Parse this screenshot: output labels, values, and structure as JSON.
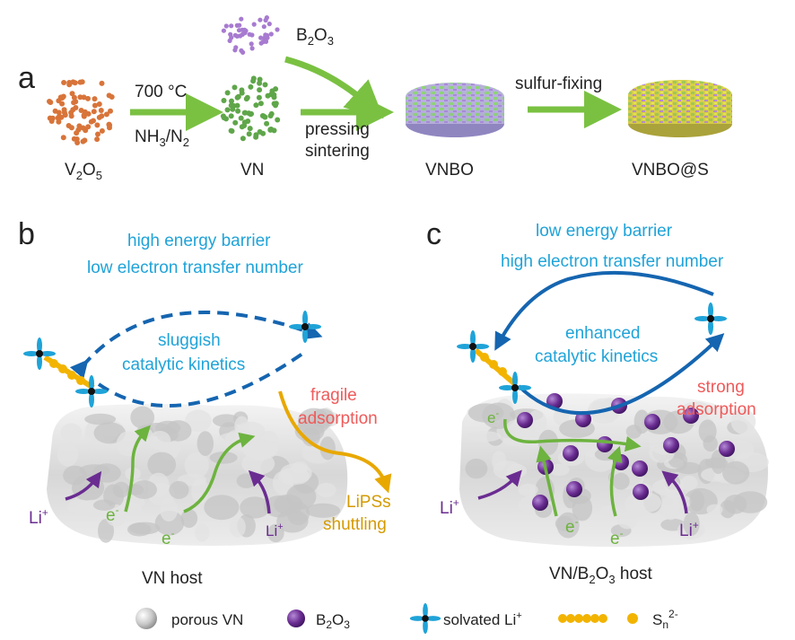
{
  "panel_a": {
    "letter": "a",
    "v2o5": {
      "main": "V",
      "sub1": "2",
      "mid": "O",
      "sub2": "5"
    },
    "vn": "VN",
    "b2o3": {
      "main": "B",
      "sub1": "2",
      "mid": "O",
      "sub2": "3"
    },
    "temp": "700 °C",
    "gas": {
      "a": "NH",
      "s1": "3",
      "b": "/N",
      "s2": "2"
    },
    "pressing": "pressing",
    "sintering": "sintering",
    "vnbo": "VNBO",
    "sulfur_fixing": "sulfur-fixing",
    "vnbo_s": "VNBO@S"
  },
  "panel_b": {
    "letter": "b",
    "line1": "high energy barrier",
    "line2": "low electron transfer number",
    "kin1": "sluggish",
    "kin2": "catalytic kinetics",
    "ads1": "fragile",
    "ads2": "adsorption",
    "shut1": "LiPSs",
    "shut2": "shuttling",
    "li": "Li",
    "e": "e",
    "host": "VN host"
  },
  "panel_c": {
    "letter": "c",
    "line1": "low energy barrier",
    "line2": "high electron transfer number",
    "kin1": "enhanced",
    "kin2": "catalytic kinetics",
    "ads1": "strong",
    "ads2": "adsorption",
    "li": "Li",
    "e": "e",
    "host_a": "VN/B",
    "host_s": "2",
    "host_b": "O",
    "host_s2": "3",
    "host_c": " host"
  },
  "legend": {
    "porous": "porous VN",
    "b2o3_a": "B",
    "b2o3_s1": "2",
    "b2o3_b": "O",
    "b2o3_s2": "3",
    "solvated": "solvated Li",
    "sn": "S",
    "sn_sub": "n",
    "sn_sup": "2-"
  },
  "colors": {
    "blue_text": "#1fa3d8",
    "dark_blue": "#1565b0",
    "red_text": "#ef5a5a",
    "green": "#7ac142",
    "purple": "#6a2c91",
    "gold": "#e8a800",
    "orange": "#d8743a"
  }
}
